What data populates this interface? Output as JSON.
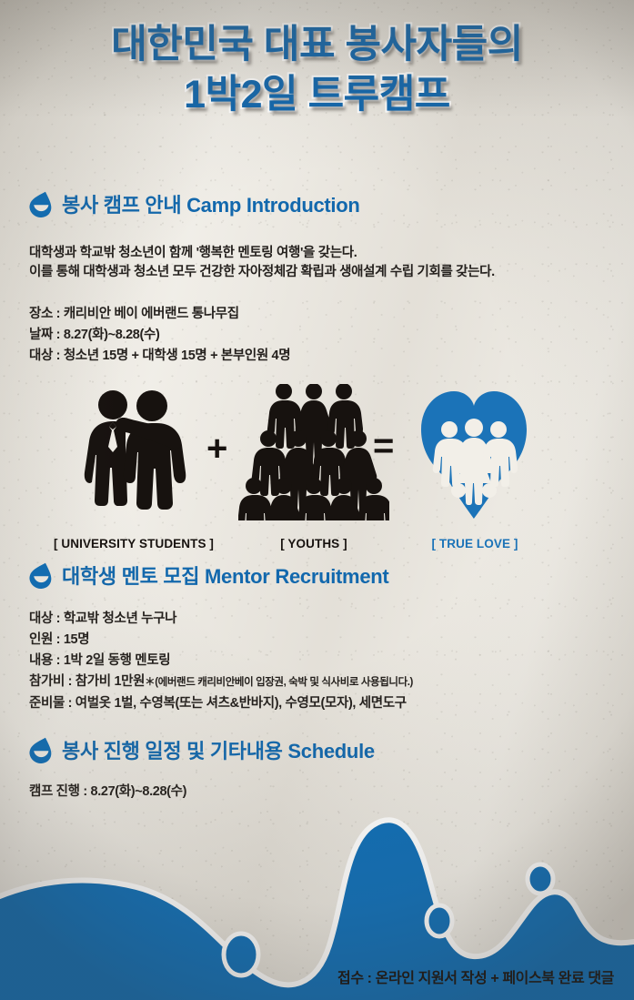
{
  "theme": {
    "accent_blue": "#0d6eb8",
    "heading_blue": "#1268ad",
    "title_blue": "#1267ad",
    "paper_bg": "#eeebe4",
    "body_ink": "#231f1c"
  },
  "title": {
    "line1": "대한민국 대표 봉사자들의",
    "line2": "1박2일  트루캠프"
  },
  "sections": [
    {
      "id": "camp-introduction",
      "icon": "water-drop-smile-icon",
      "heading": "봉사 캠프 안내 Camp Introduction",
      "paragraph": [
        "대학생과 학교밖 청소년이 함께 '행복한 멘토링 여행'을 갖는다.",
        "이를 통해 대학생과 청소년 모두 건강한 자아정체감 확립과 생애설계 수립 기회를 갖는다."
      ],
      "details": [
        "장소 : 캐리비안 베이 에버랜드 통나무집",
        "날짜 : 8.27(화)~8.28(수)",
        "대상 : 청소년 15명 + 대학생 15명 + 본부인원 4명"
      ]
    },
    {
      "id": "mentor-recruitment",
      "icon": "water-drop-smile-icon",
      "heading": "대학생 멘토 모집 Mentor Recruitment",
      "details": [
        "대상 : 학교밖 청소년 누구나",
        "인원 : 15명",
        "내용 : 1박 2일 동행 멘토링",
        "참가비 : 참가비 1만원",
        "준비물 : 여벌옷 1벌, 수영복(또는 셔츠&반바지), 수영모(모자), 세면도구"
      ],
      "fee_note": "＊(에버랜드 캐리비안베이 입장권, 숙박 및 식사비로 사용됩니다.)"
    },
    {
      "id": "schedule",
      "icon": "water-drop-smile-icon",
      "heading": "봉사 진행 일정 및 기타내용 Schedule",
      "details": [
        "캠프 진행 : 8.27(화)~8.28(수)"
      ]
    }
  ],
  "pictogram": {
    "items": [
      {
        "id": "university-students",
        "caption": "[ UNIVERSITY STUDENTS ]",
        "figures": 2,
        "color": "#17120f"
      },
      {
        "id": "youths",
        "caption": "[ YOUTHS ]",
        "figures": 12,
        "rows": [
          3,
          4,
          5
        ],
        "color": "#17120f"
      },
      {
        "id": "true-love",
        "caption": "[ TRUE LOVE ]",
        "figures": 3,
        "color": "#1b73b8"
      }
    ],
    "operators": [
      "+",
      "="
    ]
  },
  "footer": {
    "note": "접수 : 온라인 지원서 작성 + 페이스북 완료 댓글",
    "bubbles": 3
  }
}
